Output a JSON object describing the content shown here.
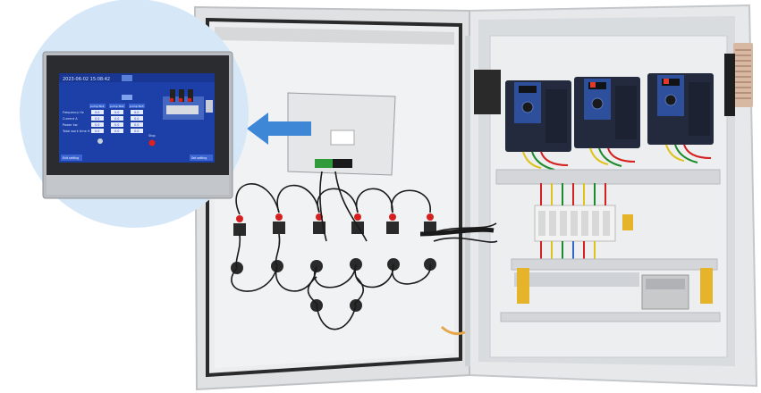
{
  "photo": {
    "subject": "electrical-control-cabinet-with-vfds-and-hmi"
  },
  "hmi": {
    "datetime": "2023-06-02  15:08:42",
    "header_badge": "",
    "pump_tab_1": "pump No1",
    "pump_tab_2": "pump No2",
    "pump_tab_3": "pump No3",
    "row_labels": [
      "Frequency  Hz",
      "Current  A",
      "Power kw",
      "Total work time H"
    ],
    "values_col1": [
      "0.0",
      "0.0",
      "0.0",
      "0.0"
    ],
    "values_col2": [
      "0.0",
      "0.0",
      "0.0",
      "0.0"
    ],
    "values_col3": [
      "0.0",
      "0.0",
      "0.0",
      "0.0"
    ],
    "stop_label": "Stop",
    "left_button": "Exit setting",
    "right_button": "Set setting",
    "colors": {
      "screen_bg": "#1c3fa8",
      "bezel": "#2a2c30",
      "frame": "#b9bcc0",
      "stop_red": "#e02020"
    }
  },
  "arrow": {
    "color": "#3e86d6"
  },
  "vfd": {
    "count": 3,
    "body_color": "#232a3e",
    "panel_color": "#2e4f9c"
  }
}
